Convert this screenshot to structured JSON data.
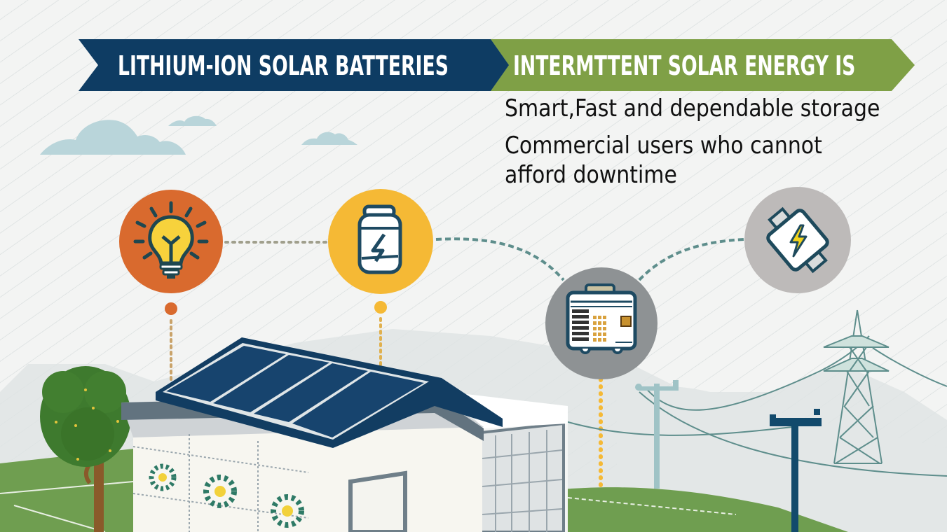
{
  "banner": {
    "left_title": "LITHIUM-ION SOLAR BATTERIES",
    "right_title": "INTERMTTENT SOLAR ENERGY IS",
    "left_color": "#0e3c63",
    "right_color": "#7fa046"
  },
  "subtitle": {
    "line1": "Smart,Fast and dependable storage",
    "line2": "Commercial users who cannot",
    "line3": "afford downtime"
  },
  "icons": [
    {
      "name": "light-bulb-icon",
      "color": "#d96a2e"
    },
    {
      "name": "battery-icon",
      "color": "#f5b935"
    },
    {
      "name": "inverter-case-icon",
      "color": "#8e9294"
    },
    {
      "name": "power-connector-icon",
      "color": "#bdbab9"
    }
  ],
  "colors": {
    "navy": "#0e3c63",
    "green_grass": "#6f9e50",
    "teal_line": "#5e8e8c",
    "cloud": "#b9d5da"
  }
}
